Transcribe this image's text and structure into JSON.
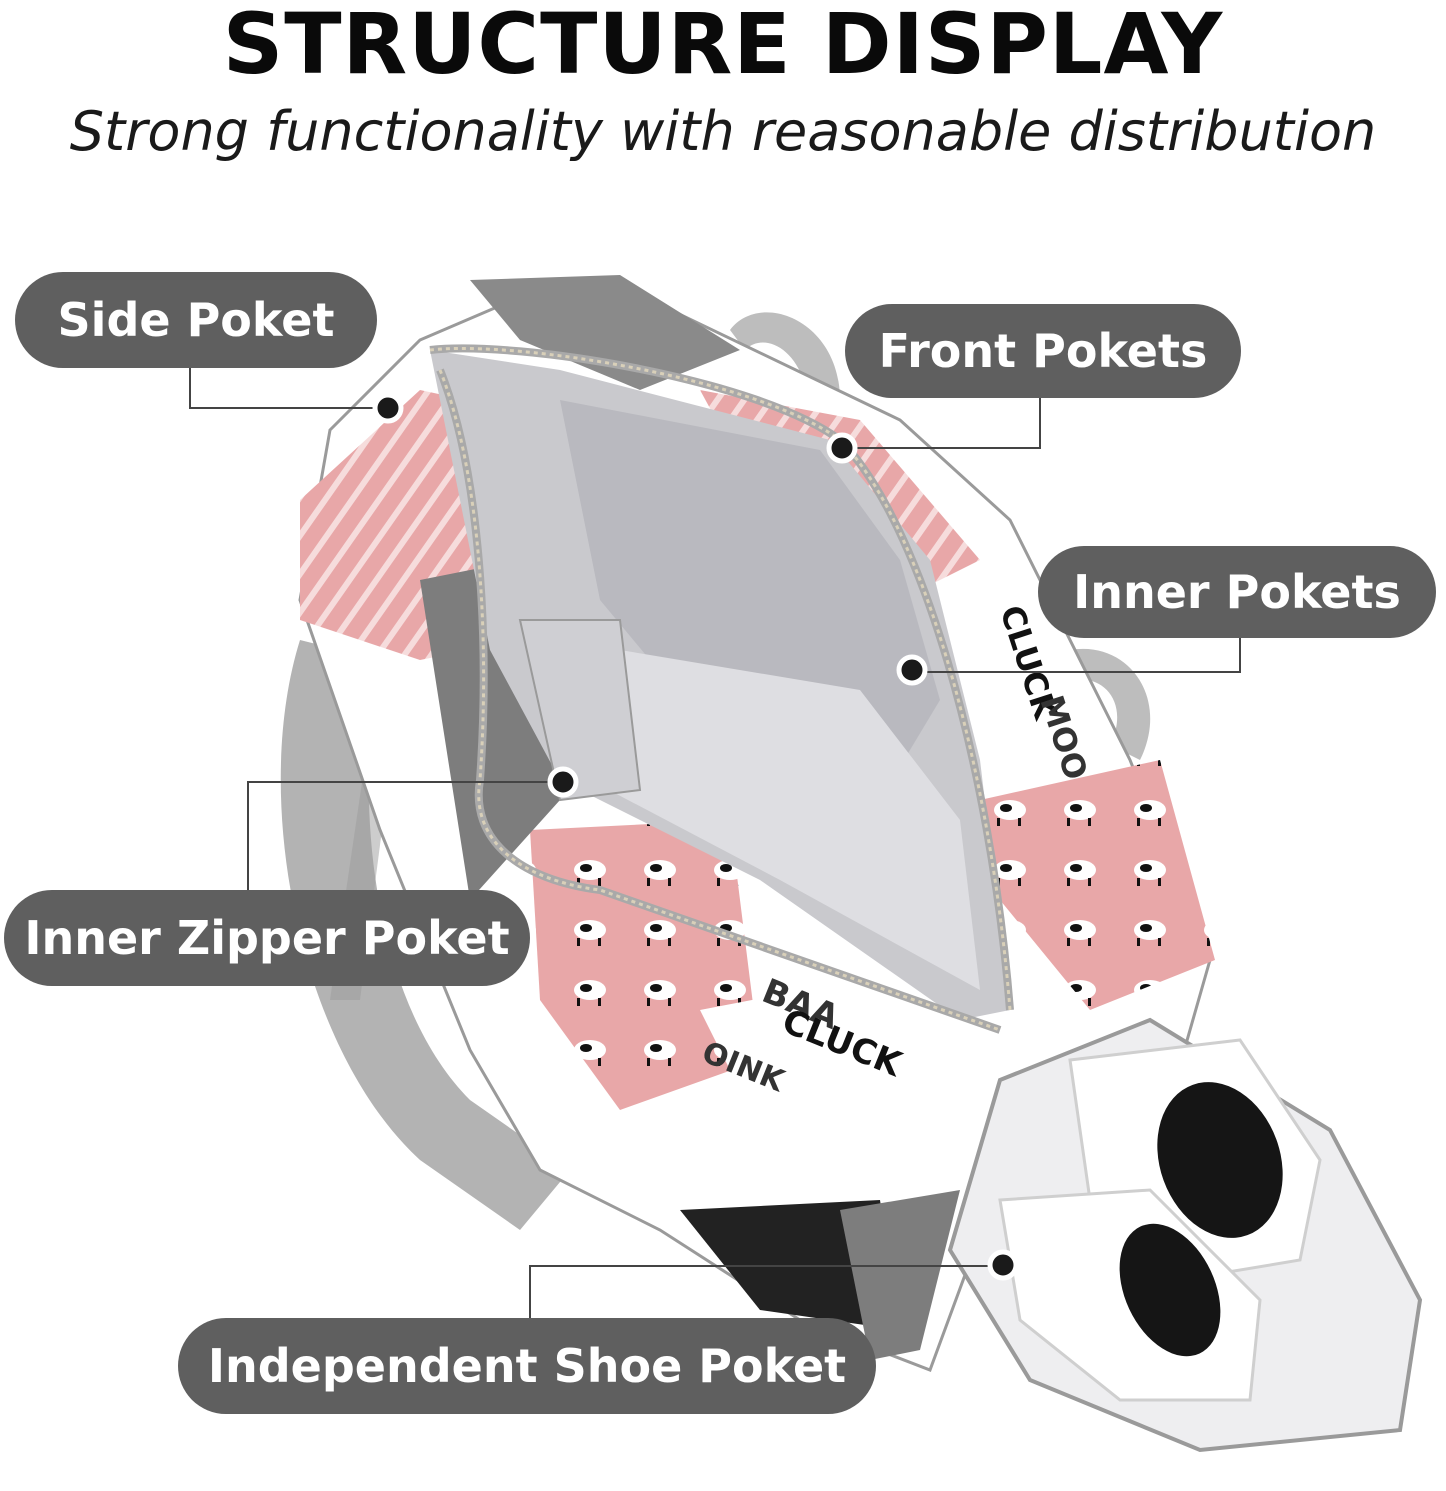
{
  "header": {
    "title": "STRUCTURE DISPLAY",
    "subtitle": "Strong functionality with reasonable distribution"
  },
  "callouts": {
    "side_pocket": "Side Poket",
    "front_pockets": "Front Pokets",
    "inner_pockets": "Inner Pokets",
    "inner_zipper_pocket": "Inner Zipper Poket",
    "shoe_pocket": "Independent Shoe Poket"
  },
  "bag_print": {
    "text_a": "MOO",
    "text_b": "CLUCK",
    "text_c": "BAA",
    "text_d": "OINK"
  },
  "colors": {
    "pill": "#5f5f5f",
    "pink": "#e8a7a8",
    "gray": "#7d7d7d",
    "lining": "#c9c9cd",
    "strap": "#b3b3b3"
  }
}
